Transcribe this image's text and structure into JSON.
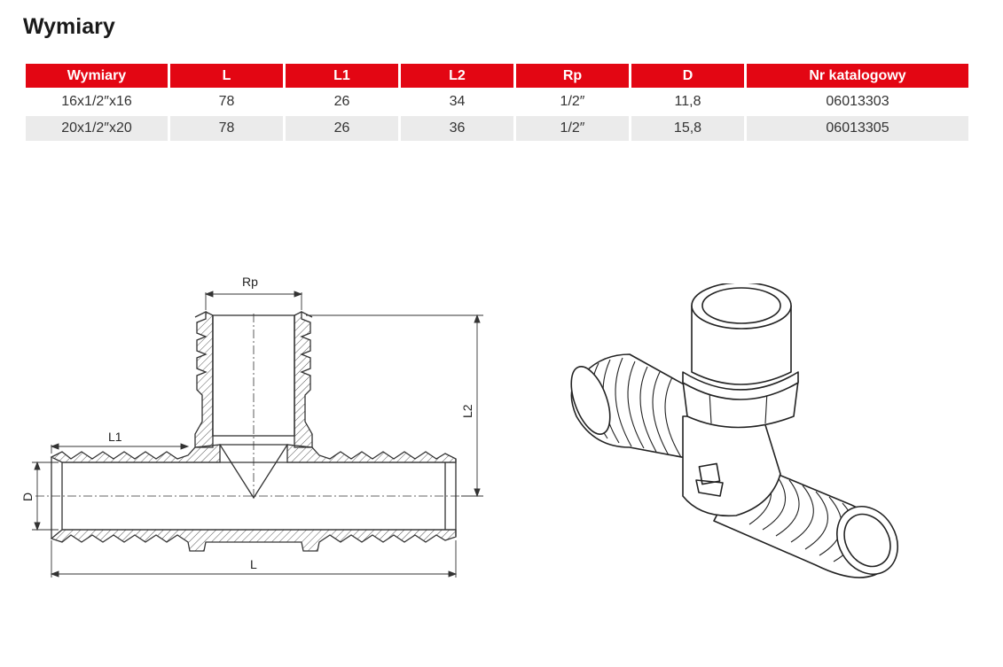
{
  "title": "Wymiary",
  "table": {
    "headers": [
      "Wymiary",
      "L",
      "L1",
      "L2",
      "Rp",
      "D",
      "Nr katalogowy"
    ],
    "rows": [
      [
        "16x1/2″x16",
        "78",
        "26",
        "34",
        "1/2″",
        "11,8",
        "06013303"
      ],
      [
        "20x1/2″x20",
        "78",
        "26",
        "36",
        "1/2″",
        "15,8",
        "06013305"
      ]
    ]
  },
  "drawing": {
    "labels": {
      "rp": "Rp",
      "l1": "L1",
      "l2": "L2",
      "d": "D",
      "l": "L"
    }
  },
  "colors": {
    "accent": "#e30613",
    "stripe": "#ebebeb"
  }
}
